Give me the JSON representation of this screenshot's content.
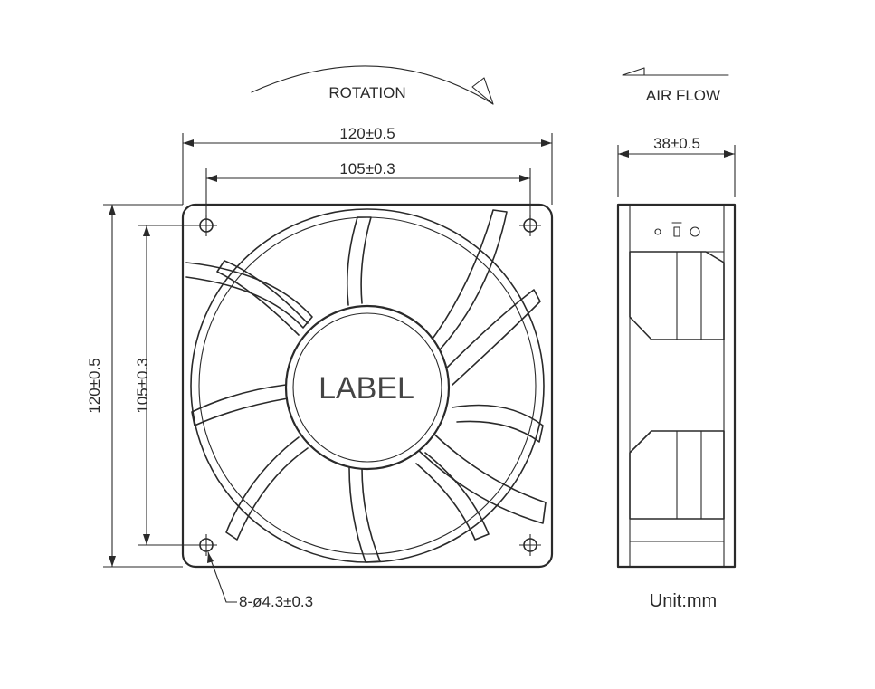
{
  "labels": {
    "rotation": "ROTATION",
    "air_flow": "AIR FLOW",
    "width_outer": "120±0.5",
    "width_holes": "105±0.3",
    "height_outer": "120±0.5",
    "height_holes": "105±0.3",
    "depth": "38±0.5",
    "label_text": "LABEL",
    "holes": "8-ø4.3±0.3",
    "unit": "Unit:mm"
  },
  "colors": {
    "line": "#2a2a2a",
    "background": "#ffffff"
  }
}
